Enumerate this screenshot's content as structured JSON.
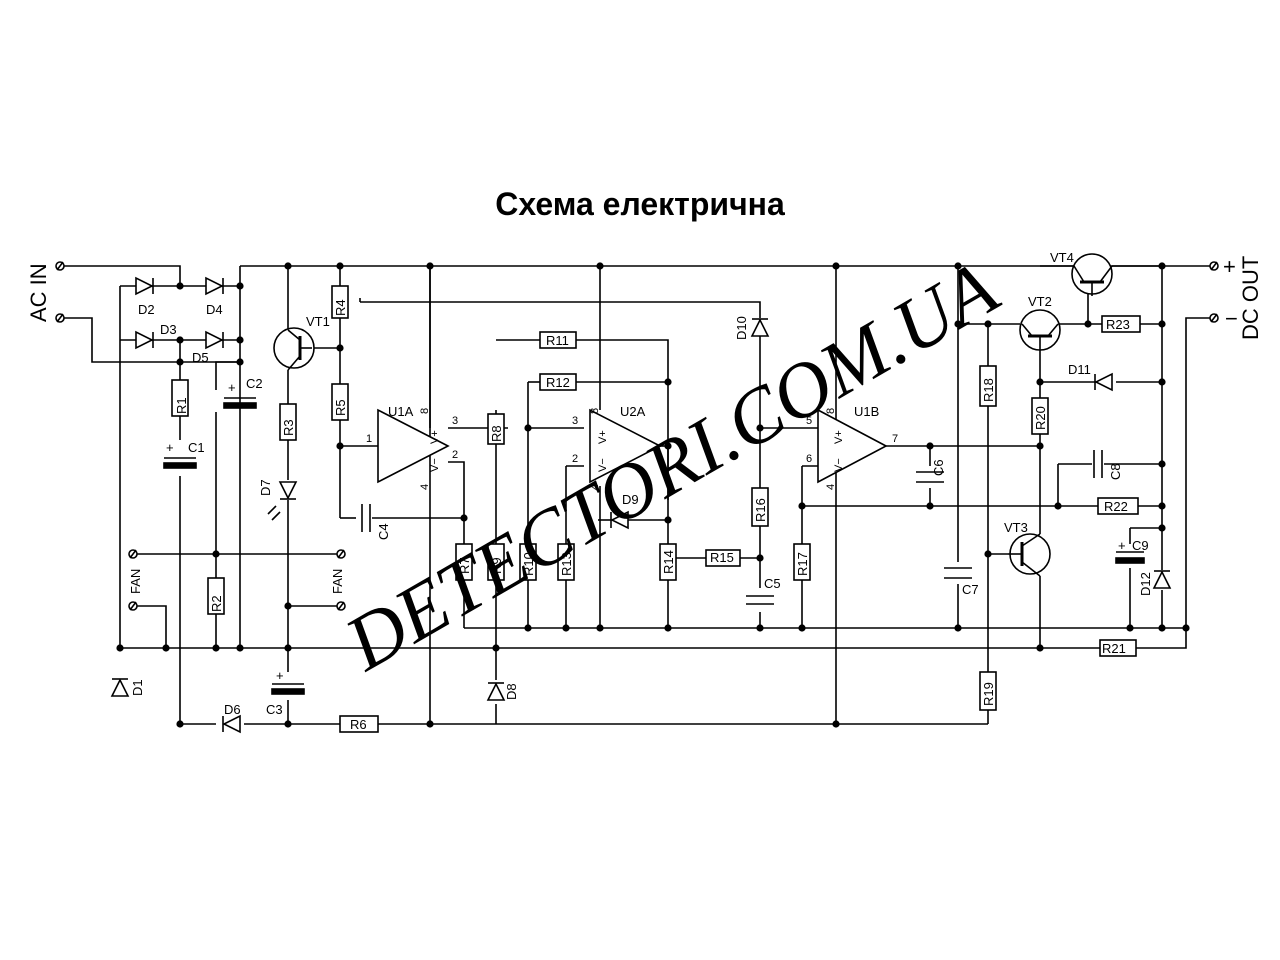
{
  "title": "Схема електрична",
  "terminals": {
    "ac_in": "AC IN",
    "dc_out": "DC OUT",
    "plus": "+",
    "minus": "−",
    "fan": "FAN"
  },
  "watermark": "DETECTORI.COM.UA",
  "components": {
    "R1": "R1",
    "R2": "R2",
    "R3": "R3",
    "R4": "R4",
    "R5": "R5",
    "R6": "R6",
    "R7": "R7",
    "R8": "R8",
    "R9": "R9",
    "R10": "R10",
    "R11": "R11",
    "R12": "R12",
    "R13": "R13",
    "R14": "R14",
    "R15": "R15",
    "R16": "R16",
    "R17": "R17",
    "R18": "R18",
    "R19": "R19",
    "R20": "R20",
    "R21": "R21",
    "R22": "R22",
    "R23": "R23",
    "C1": "C1",
    "C2": "C2",
    "C3": "C3",
    "C4": "C4",
    "C5": "C5",
    "C6": "C6",
    "C7": "C7",
    "C8": "C8",
    "C9": "C9",
    "D1": "D1",
    "D2": "D2",
    "D3": "D3",
    "D4": "D4",
    "D5": "D5",
    "D6": "D6",
    "D7": "D7",
    "D8": "D8",
    "D9": "D9",
    "D10": "D10",
    "D11": "D11",
    "D12": "D12",
    "VT1": "VT1",
    "VT2": "VT2",
    "VT3": "VT3",
    "VT4": "VT4",
    "U1A": "U1A",
    "U2A": "U2A",
    "U1B": "U1B"
  },
  "opamp_pins": {
    "vplus": "V+",
    "vminus": "V−",
    "p1": "1",
    "p2": "2",
    "p3": "3",
    "p4": "4",
    "p5": "5",
    "p6": "6",
    "p7": "7",
    "p8": "8"
  },
  "polarity_plus": "+"
}
